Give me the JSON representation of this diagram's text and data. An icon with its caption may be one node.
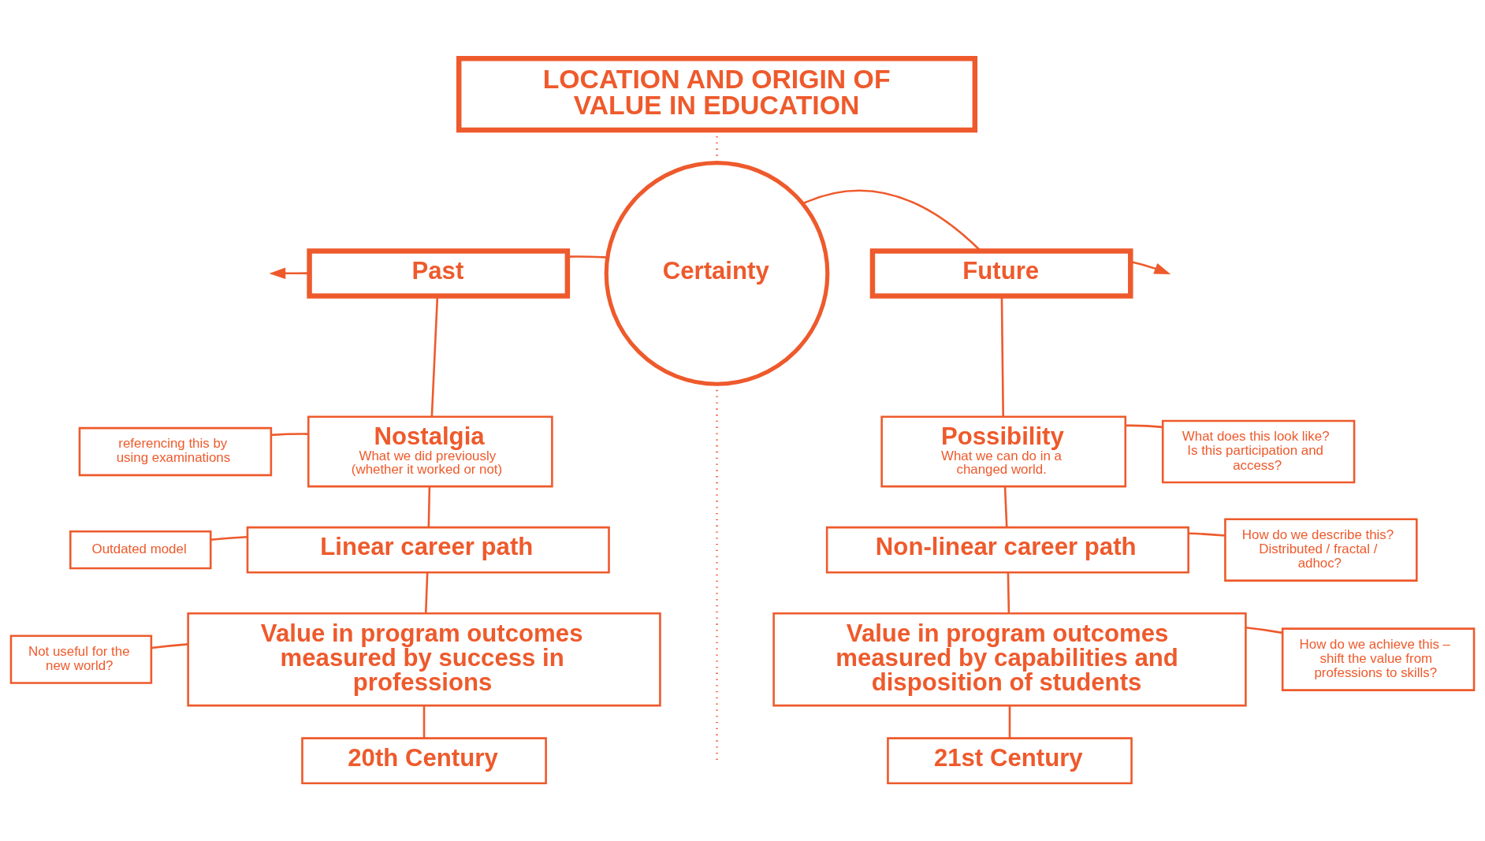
{
  "diagram": {
    "nodes": [
      {
        "text": [
          "LOCATION AND ORIGIN OF VALUE IN EDUCATION"
        ]
      },
      {
        "text": [
          "Certainty"
        ]
      },
      {
        "text": [
          "Past"
        ]
      },
      {
        "text": [
          "Future"
        ]
      },
      {
        "text": [
          "referencing this by using examinations"
        ]
      },
      {
        "text": [
          "Nostalgia",
          "What we did previously (whether it worked or not)"
        ]
      },
      {
        "text": [
          "Possibility",
          "What we can do in a changed world."
        ]
      },
      {
        "text": [
          "What does this look like? Is this participation and access?"
        ]
      },
      {
        "text": [
          "Outdated model"
        ]
      },
      {
        "text": [
          "Linear career path"
        ]
      },
      {
        "text": [
          "Non-linear career path"
        ]
      },
      {
        "text": [
          "How do we describe this? Distributed / fractal / adhoc?"
        ]
      },
      {
        "text": [
          "Not useful for the new world?"
        ]
      },
      {
        "text": [
          "Value in program outcomes measured by success in professions"
        ]
      },
      {
        "text": [
          "Value in program outcomes measured by capabilities and disposition of students"
        ]
      },
      {
        "text": [
          "How do we achieve this – shift the value from professions to skills?"
        ]
      },
      {
        "text": [
          "20th Century"
        ]
      },
      {
        "text": [
          "21st Century"
        ]
      }
    ],
    "edges": [
      {
        "from": 0,
        "to": 1,
        "arrow": "none",
        "style": "dashed"
      },
      {
        "from": 2,
        "to": 1,
        "arrow": "none"
      },
      {
        "from": 1,
        "to": 3,
        "arrow": "none"
      },
      {
        "from": 2,
        "to": null,
        "arrow": "to"
      },
      {
        "from": 3,
        "to": null,
        "arrow": "to"
      },
      {
        "from": 1,
        "to": null,
        "arrow": "none",
        "style": "dashed"
      },
      {
        "from": 2,
        "to": 5,
        "arrow": "none"
      },
      {
        "from": 4,
        "to": 5,
        "arrow": "none"
      },
      {
        "from": 5,
        "to": 9,
        "arrow": "none"
      },
      {
        "from": 8,
        "to": 9,
        "arrow": "none"
      },
      {
        "from": 9,
        "to": 13,
        "arrow": "none"
      },
      {
        "from": 12,
        "to": 13,
        "arrow": "none"
      },
      {
        "from": 13,
        "to": 16,
        "arrow": "none"
      },
      {
        "from": 3,
        "to": 6,
        "arrow": "none"
      },
      {
        "from": 6,
        "to": 7,
        "arrow": "none"
      },
      {
        "from": 6,
        "to": 10,
        "arrow": "none"
      },
      {
        "from": 10,
        "to": 11,
        "arrow": "none"
      },
      {
        "from": 10,
        "to": 14,
        "arrow": "none"
      },
      {
        "from": 14,
        "to": 15,
        "arrow": "none"
      },
      {
        "from": 14,
        "to": 17,
        "arrow": "none"
      }
    ]
  }
}
